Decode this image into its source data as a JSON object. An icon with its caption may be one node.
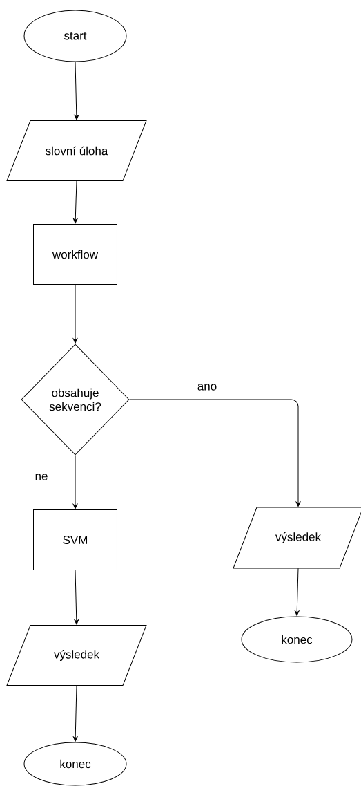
{
  "diagram": {
    "nodes": [
      {
        "text": [
          "start"
        ]
      },
      {
        "text": [
          "slovní úloha"
        ]
      },
      {
        "text": [
          "workflow"
        ]
      },
      {
        "text": [
          "obsahuje sekvenci?"
        ]
      },
      {
        "text": [
          "SVM"
        ]
      },
      {
        "text": [
          "výsledek"
        ]
      },
      {
        "text": [
          "konec"
        ]
      },
      {
        "text": [
          "výsledek"
        ]
      },
      {
        "text": [
          "konec"
        ]
      }
    ],
    "edges": [
      {
        "from": 0,
        "to": 1,
        "arrow": "to"
      },
      {
        "from": 1,
        "to": 2,
        "arrow": "to"
      },
      {
        "from": 2,
        "to": 3,
        "arrow": "to"
      },
      {
        "from": 3,
        "to": 4,
        "arrow": "to",
        "label": "ne"
      },
      {
        "from": 4,
        "to": 5,
        "arrow": "to"
      },
      {
        "from": 5,
        "to": 6,
        "arrow": "to"
      },
      {
        "from": 3,
        "to": 7,
        "arrow": "to",
        "label": "ano"
      },
      {
        "from": 7,
        "to": 8,
        "arrow": "to"
      }
    ]
  }
}
